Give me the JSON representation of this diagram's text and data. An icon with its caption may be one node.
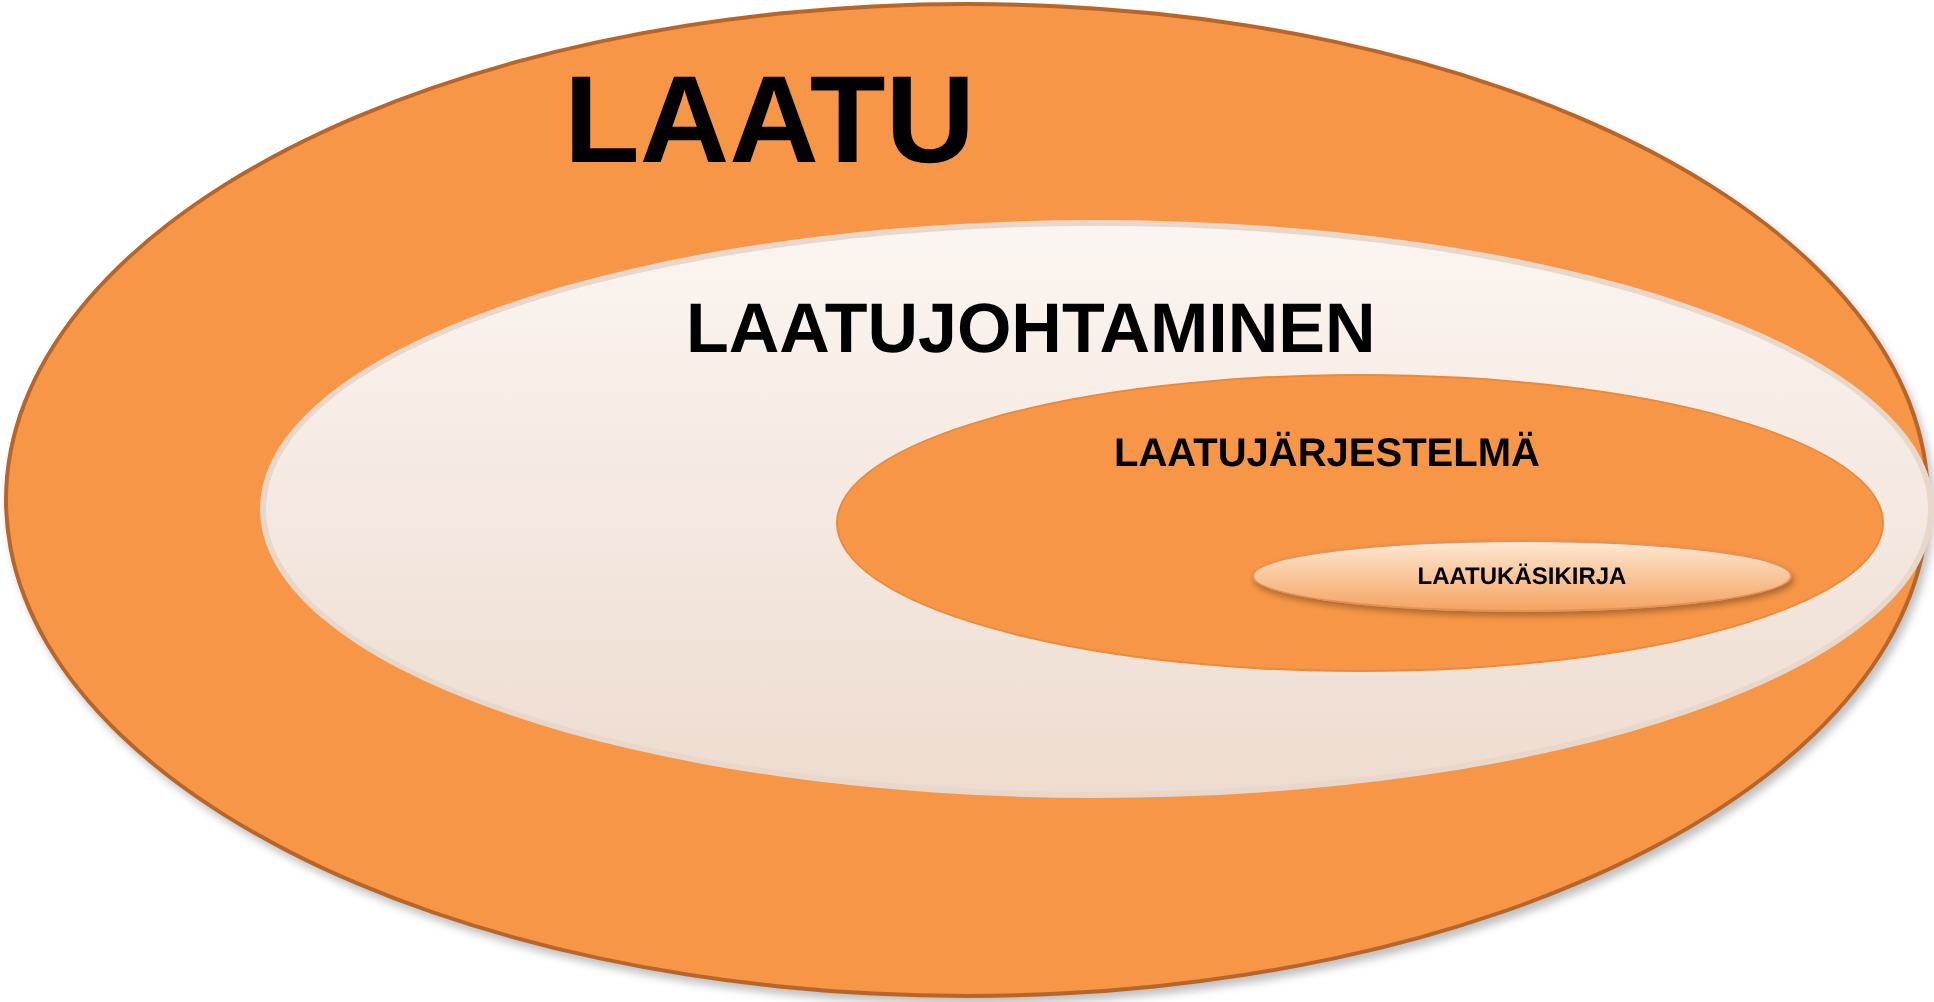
{
  "diagram": {
    "nodes": [
      {
        "text": [
          "LAATU"
        ]
      },
      {
        "text": [
          "LAATUJOHTAMINEN"
        ],
        "in": 0
      },
      {
        "text": [
          "LAATUJÄRJESTELMÄ"
        ],
        "in": 1
      },
      {
        "text": [
          "LAATUKÄSIKIRJA"
        ],
        "in": 2
      }
    ]
  }
}
